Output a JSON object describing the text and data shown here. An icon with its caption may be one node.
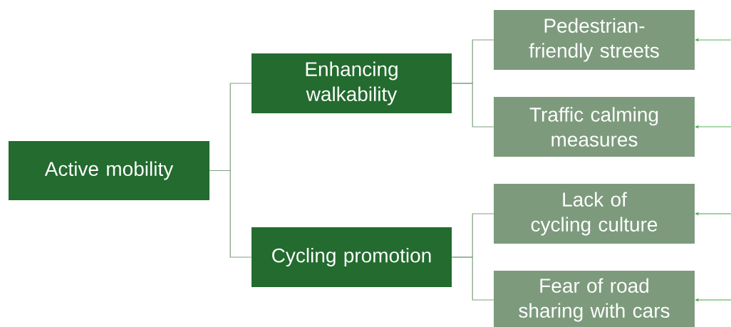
{
  "diagram": {
    "nodes": [
      {
        "text": [
          "Active mobility"
        ]
      },
      {
        "text": [
          "Enhancing walkability"
        ]
      },
      {
        "text": [
          "Cycling promotion"
        ]
      },
      {
        "text": [
          "Pedestrian-friendly streets"
        ]
      },
      {
        "text": [
          "Traffic calming measures"
        ]
      },
      {
        "text": [
          "Lack of cycling culture"
        ]
      },
      {
        "text": [
          "Fear of road sharing with cars"
        ]
      }
    ],
    "edges": [
      {
        "from": 0,
        "to": 1,
        "arrow": "none"
      },
      {
        "from": 0,
        "to": 2,
        "arrow": "none"
      },
      {
        "from": 1,
        "to": 3,
        "arrow": "none"
      },
      {
        "from": 1,
        "to": 4,
        "arrow": "none"
      },
      {
        "from": 2,
        "to": 5,
        "arrow": "none"
      },
      {
        "from": 2,
        "to": 6,
        "arrow": "none"
      },
      {
        "from": null,
        "to": 3,
        "arrow": "to",
        "color": "#3ca83c"
      },
      {
        "from": null,
        "to": 4,
        "arrow": "to",
        "color": "#3ca83c"
      },
      {
        "from": null,
        "to": 5,
        "arrow": "to",
        "color": "#3ca83c"
      },
      {
        "from": null,
        "to": 6,
        "arrow": "to",
        "color": "#3ca83c"
      }
    ]
  }
}
